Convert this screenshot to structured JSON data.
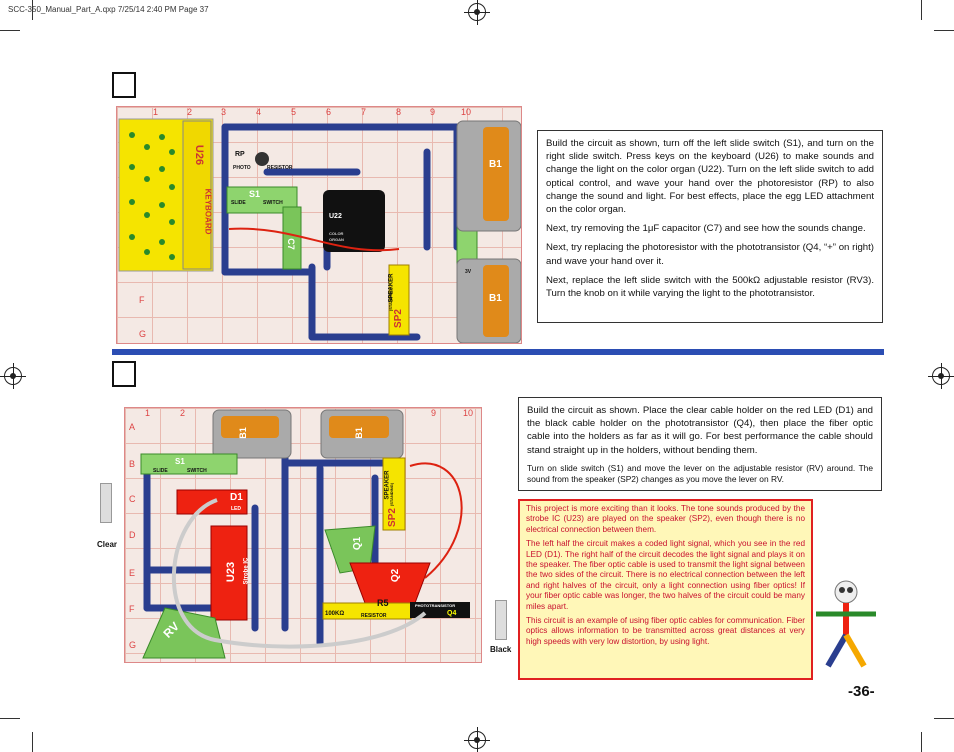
{
  "header": {
    "file_info": "SCC-350_Manual_Part_A.qxp  7/25/14  2:40 PM  Page 37"
  },
  "project_top": {
    "board_cols": [
      "1",
      "2",
      "3",
      "4",
      "5",
      "6",
      "7",
      "8",
      "9",
      "10"
    ],
    "board_rows": [
      "F",
      "G"
    ],
    "labels": {
      "keyboard": "KEYBOARD",
      "u26": "U26",
      "rp": "RP",
      "photo": "PHOTO",
      "resistor": "RESISTOR",
      "slide": "SLIDE",
      "switch": "SWITCH",
      "s1": "S1",
      "c7": "C7",
      "u22": "U22",
      "color": "COLOR",
      "organ": "ORGAN",
      "speaker": "SPEAKER",
      "standing": "(STANDING)",
      "sp2": "SP2",
      "b1": "B1",
      "volts": "3V"
    },
    "text": [
      "Build the circuit as shown, turn off the left slide switch (S1), and turn on the right slide switch. Press keys on the keyboard (U26) to make sounds and change the light on the color organ (U22). Turn on the left slide switch to add optical control, and wave your hand over the photoresistor  (RP) to also change the sound and light. For best effects, place the egg LED attachment on the color organ.",
      "Next, try removing the 1μF capacitor (C7)  and see how the sounds change.",
      "Next, try replacing the photoresistor with the phototransistor (Q4, “+” on right) and wave your hand over it.",
      "Next, replace the left slide switch with the 500kΩ adjustable resistor (RV3). Turn the knob on it while varying the light to the phototransistor."
    ]
  },
  "project_bottom": {
    "board_cols": [
      "1",
      "2",
      "9",
      "10"
    ],
    "board_rows": [
      "A",
      "B",
      "C",
      "D",
      "E",
      "F",
      "G"
    ],
    "labels": {
      "b1": "B1",
      "slide": "SLIDE",
      "switch": "SWITCH",
      "s1": "S1",
      "d1": "D1",
      "led": "LED",
      "u23": "U23",
      "strobe": "Strobe IC",
      "rv": "RV",
      "q1": "Q1",
      "q2": "Q2",
      "r5": "R5",
      "ohm": "100KΩ",
      "resistor": "RESISTOR",
      "speaker": "SPEAKER",
      "standing": "(STANDING)",
      "sp2": "SP2",
      "q4": "Q4",
      "phototransistor": "PHOTOTRANSISTOR",
      "clear": "Clear",
      "black": "Black"
    },
    "text": [
      "Build the circuit as shown. Place the clear cable holder on the red LED (D1) and the black cable holder on the phototransistor (Q4), then place the fiber optic cable into the holders as far as it will go. For best performance the cable should stand straight up in the holders, without bending them.",
      "Turn on slide switch (S1) and move the lever on the adjustable resistor (RV) around. The sound from the speaker (SP2) changes as you move the lever on RV."
    ],
    "info": [
      "This project is more exciting than it looks. The tone sounds produced by the strobe IC (U23) are played on the speaker (SP2), even though there is no electrical connection between them.",
      "The left half the circuit makes a coded light signal, which you see in the red LED (D1). The right half of the circuit decodes the light signal and plays it on the speaker. The fiber optic cable is used to transmit the light signal between the two sides of the circuit. There is no electrical connection between the left and right halves of the circuit, only a light connection using fiber optics! If your fiber optic cable was longer, the two halves of the circuit could be many miles apart.",
      "This circuit is an example of using fiber optic cables for communication. Fiber optics allows information to be transmitted across great distances at very high speeds with very low distortion, by using light."
    ]
  },
  "page_number": "-36-",
  "colors": {
    "accent_blue": "#2b4db3",
    "info_red": "#c8102e",
    "info_bg": "#fff7b8"
  }
}
